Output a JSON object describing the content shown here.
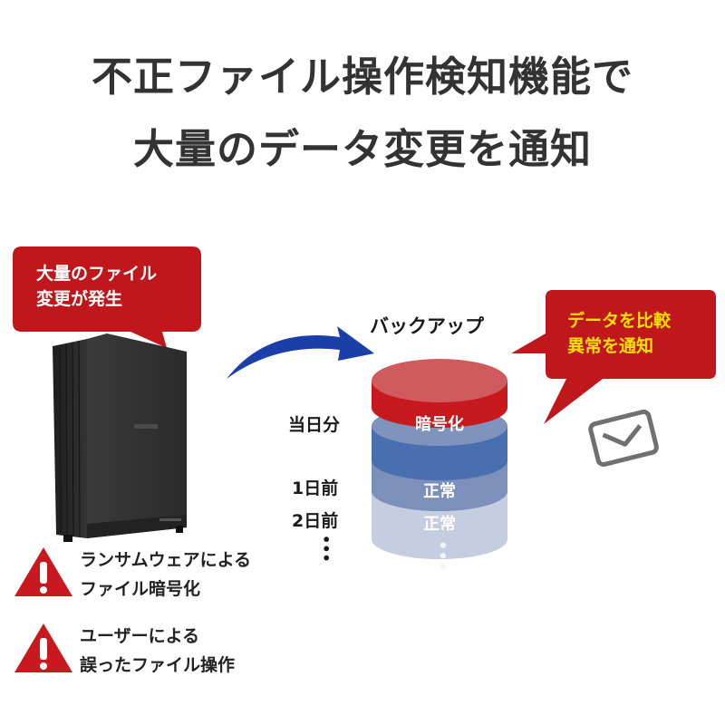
{
  "title": {
    "line1": "不正ファイル操作検知機能で",
    "line2": "大量のデータ変更を通知"
  },
  "left_bubble": {
    "line1": "大量のファイル",
    "line2": "変更が発生",
    "color": "#c0171c",
    "text_color": "#ffffff"
  },
  "device": {
    "name": "nas-device",
    "color": "#2e2e2e"
  },
  "arrow": {
    "color": "#1a3fa8"
  },
  "backup": {
    "label": "バックアップ",
    "layers": [
      {
        "row_label": "当日分",
        "cyl_label": "暗号化",
        "color": "#c8191e"
      },
      {
        "row_label": "1日前",
        "cyl_label": "正常",
        "color": "#4a6fb0"
      },
      {
        "row_label": "2日前",
        "cyl_label": "正常",
        "color": "#7d90bb"
      },
      {
        "row_label": "⋮",
        "cyl_label": "⋮",
        "color": "#c5cde0"
      }
    ]
  },
  "right_bubble": {
    "line1": "データを比較",
    "line2": "異常を通知",
    "color": "#c0171c",
    "text_color": "#ffe100"
  },
  "mail_icon": {
    "color": "#707070"
  },
  "warnings": [
    {
      "line1": "ランサムウェアによる",
      "line2": "ファイル暗号化"
    },
    {
      "line1": "ユーザーによる",
      "line2": "誤ったファイル操作"
    }
  ],
  "warning_color": "#c8191e"
}
